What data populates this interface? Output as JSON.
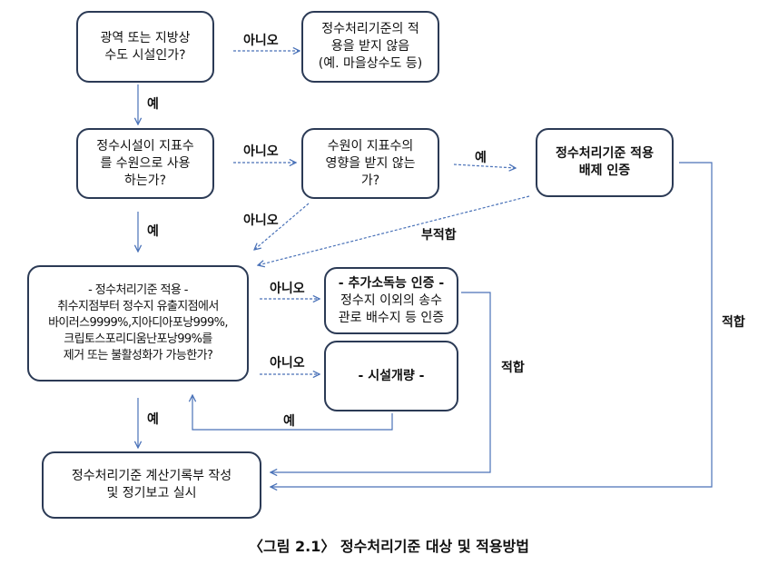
{
  "boxes": {
    "q1": [
      "광역 또는 지방상",
      "수도 시설인가?"
    ],
    "r1": [
      "정수처리기준의 적",
      "용을 받지 않음",
      "(예. 마을상수도 등)"
    ],
    "q2": [
      "정수시설이 지표수",
      "를 수원으로 사용",
      "하는가?"
    ],
    "q3": [
      "수원이 지표수의",
      "영향을 받지 않는",
      "가?"
    ],
    "r2": [
      "정수처리기준 적용",
      "배제 인증"
    ],
    "q4": [
      "- 정수처리기준 적용 -",
      "취수지점부터 정수지 유출지점에서",
      "바이러스9999%,지아디아포낭999%,",
      "크립토스포리디움난포낭99%를",
      "제거 또는 불활성화가 가능한가?"
    ],
    "r3_title": "- 추가소독능 인증 -",
    "r3": [
      "정수지 이외의 송수",
      "관로 배수지 등 인증"
    ],
    "r4": "- 시설개량 -",
    "r5": [
      "정수처리기준 계산기록부 작성",
      "및 정기보고 실시"
    ]
  },
  "labels": {
    "no": "아니오",
    "yes": "예",
    "unsuitable": "부적합",
    "suitable": "적합"
  },
  "caption": "〈그림 2.1〉 정수처리기준 대상 및 적용방법"
}
